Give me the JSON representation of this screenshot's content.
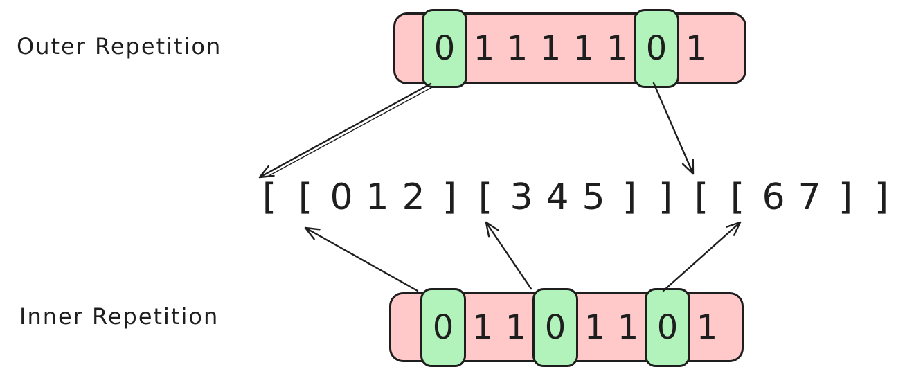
{
  "labels": {
    "outer": "Outer Repetition",
    "inner": "Inner Repetition"
  },
  "outer_row": {
    "bits": [
      "0",
      "1",
      "1",
      "1",
      "1",
      "1",
      "0",
      "1"
    ],
    "highlighted_indices": [
      0,
      6
    ]
  },
  "inner_row": {
    "bits": [
      "0",
      "1",
      "1",
      "0",
      "1",
      "1",
      "0",
      "1"
    ],
    "highlighted_indices": [
      0,
      3,
      6
    ]
  },
  "nested_list": {
    "text": "[ [ 0 1 2 ] [ 3 4 5 ] ] [ [ 6 7 ] ]",
    "chars": [
      "[",
      "[",
      "0",
      "1",
      "2",
      "]",
      "[",
      "3",
      "4",
      "5",
      "]",
      "]",
      "[",
      "[",
      "6",
      "7",
      "]",
      "]"
    ]
  },
  "colors": {
    "cell_pink": "#ffc9c9",
    "cell_green": "#b2f2bb",
    "stroke": "#1e1e1e",
    "background": "#ffffff"
  }
}
